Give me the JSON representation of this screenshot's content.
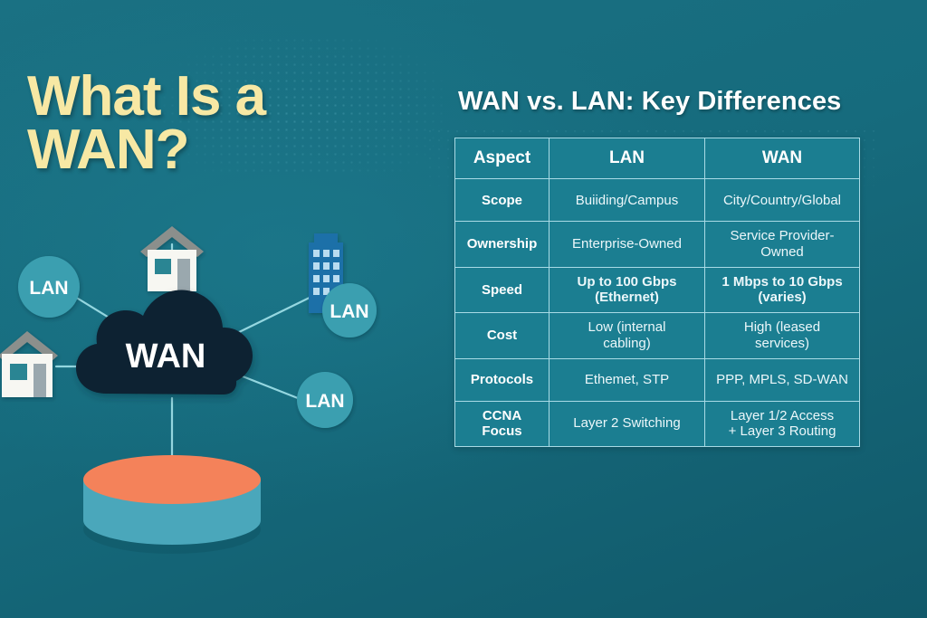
{
  "theme": {
    "background": "#166b7d",
    "title_color": "#f7e8a4",
    "cloud_color": "#0d2030",
    "lan_circle_color": "#3a9fb0",
    "cylinder_top_color": "#f4825a",
    "cylinder_body_color": "#4aa7bb",
    "building_color": "#1b6fa8",
    "house_body_color": "#f7f7f2",
    "link_color": "#9fdfe8",
    "table_border_color": "#a9dbe6",
    "table_cell_color": "#1b7e91"
  },
  "headline": {
    "text": "What Is a\nWAN?"
  },
  "diagram": {
    "center_label": "WAN",
    "nodes": [
      {
        "id": "lan-top-left",
        "label": "LAN"
      },
      {
        "id": "lan-right",
        "label": "LAN"
      },
      {
        "id": "lan-bottom-right",
        "label": "LAN"
      }
    ],
    "icons": [
      {
        "id": "house-top",
        "name": "house-icon"
      },
      {
        "id": "house-left",
        "name": "house-icon"
      },
      {
        "id": "building",
        "name": "office-building-icon"
      },
      {
        "id": "datacenter",
        "name": "database-cylinder-icon"
      }
    ]
  },
  "table": {
    "heading": "WAN vs. LAN: Key Differences",
    "columns": [
      "Aspect",
      "LAN",
      "WAN"
    ],
    "rows": [
      {
        "aspect": "Scope",
        "lan": "Buiiding/Campus",
        "wan": "City/Country/Global",
        "lan_bold": false,
        "wan_bold": false
      },
      {
        "aspect": "Ownership",
        "lan": "Enterprise-Owned",
        "wan": "Service Provider-\nOwned",
        "lan_bold": false,
        "wan_bold": false
      },
      {
        "aspect": "Speed",
        "lan": "Up to 100 Gbps\n(Ethernet)",
        "wan": "1 Mbps to 10 Gbps\n(varies)",
        "lan_bold": true,
        "wan_bold": true
      },
      {
        "aspect": "Cost",
        "lan": "Low (internal\ncabling)",
        "wan": "High (leased\nservices)",
        "lan_bold": false,
        "wan_bold": false
      },
      {
        "aspect": "Protocols",
        "lan": "Ethemet, STP",
        "wan": "PPP, MPLS, SD-WAN",
        "lan_bold": false,
        "wan_bold": false
      },
      {
        "aspect": "CCNA\nFocus",
        "lan": "Layer 2 Switching",
        "wan": "Layer 1/2 Access\n+ Layer 3 Routing",
        "lan_bold": false,
        "wan_bold": false
      }
    ]
  }
}
